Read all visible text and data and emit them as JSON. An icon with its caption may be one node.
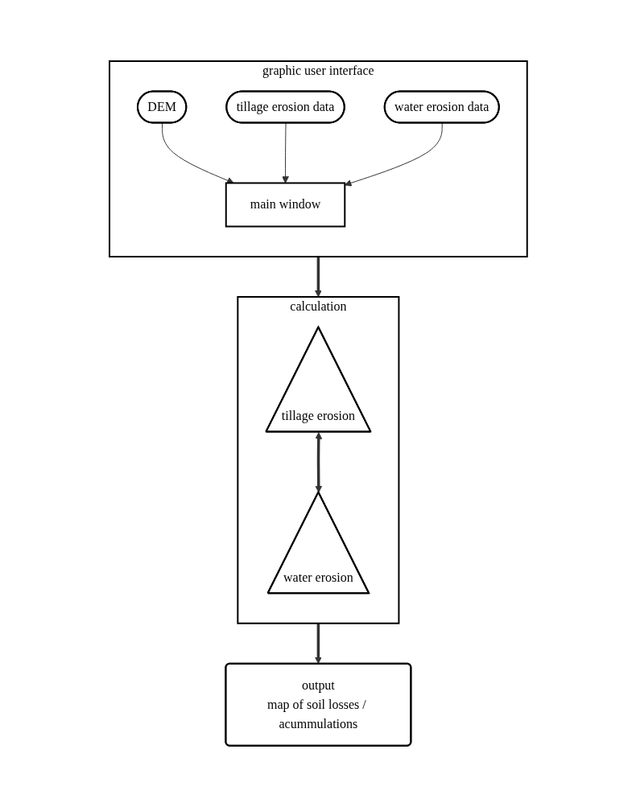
{
  "diagram": {
    "nodes": [
      {
        "text": [
          "graphic user interface"
        ]
      },
      {
        "text": [
          "DEM"
        ],
        "in": 0
      },
      {
        "text": [
          "tillage erosion data"
        ],
        "in": 0
      },
      {
        "text": [
          "water erosion data"
        ],
        "in": 0
      },
      {
        "text": [
          "main window"
        ],
        "in": 0
      },
      {
        "text": [
          "calculation"
        ]
      },
      {
        "text": [
          "tillage erosion"
        ],
        "in": 5
      },
      {
        "text": [
          "water erosion"
        ],
        "in": 5
      },
      {
        "text": [
          "output",
          "map of soil losses / acummulations"
        ]
      }
    ],
    "edges": [
      {
        "from": 1,
        "to": 4,
        "arrow": "to"
      },
      {
        "from": 2,
        "to": 4,
        "arrow": "to"
      },
      {
        "from": 3,
        "to": 4,
        "arrow": "to"
      },
      {
        "from": 0,
        "to": 5,
        "arrow": "to",
        "style": "thick"
      },
      {
        "from": 6,
        "to": 7,
        "arrow": "both",
        "style": "thick"
      },
      {
        "from": 5,
        "to": 8,
        "arrow": "to",
        "style": "thick"
      }
    ]
  }
}
